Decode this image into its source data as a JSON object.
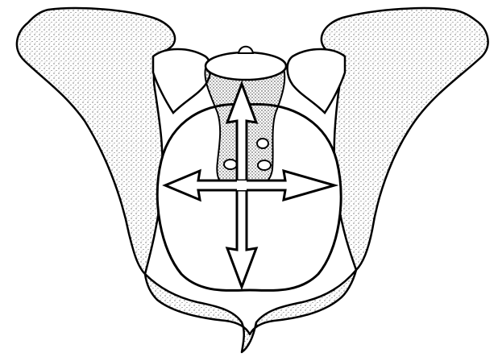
{
  "figure": {
    "subject": "pelvis-cranial-view",
    "line_color": "#000000",
    "fill_color": "#ffffff",
    "stipple_color": "#333333",
    "arrows": [
      {
        "name": "vertical-diameter-arrow",
        "orientation": "vertical"
      },
      {
        "name": "horizontal-diameter-arrow",
        "orientation": "horizontal"
      }
    ]
  }
}
